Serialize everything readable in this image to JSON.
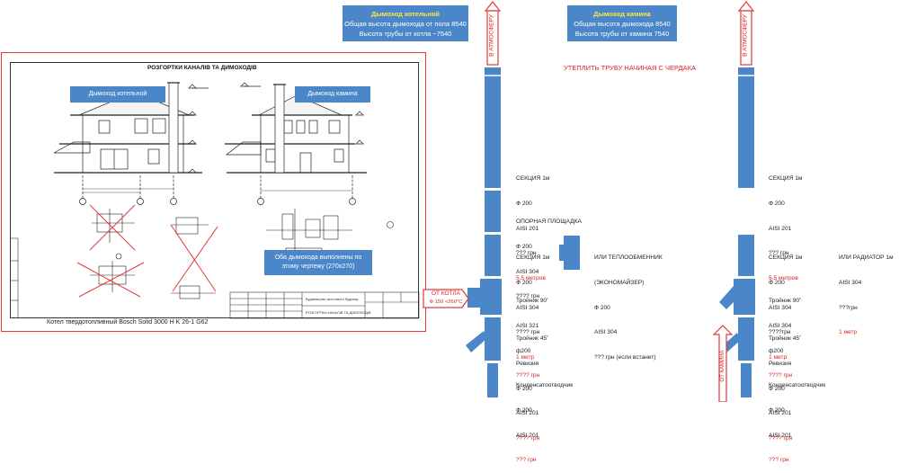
{
  "top_callouts": {
    "boiler": {
      "title": "Дымоход котельной",
      "line1": "Общая высота дымохода от пола 8540",
      "line2": "Высота трубы от котла ~7540"
    },
    "fireplace": {
      "title": "Дымоход камина",
      "line1": "Общая высота дымохода 8540",
      "line2": "Высота трубы от камина 7540"
    }
  },
  "drawing": {
    "title": "РОЗГОРТКИ КАНАЛІВ ТА ДИМОХОДІВ",
    "callout_boiler": "Дымоход котельной",
    "callout_fireplace": "Дымоход камина",
    "callout_note": "Оба дымохода выполнены по этому чертежу (270х270)",
    "boiler_model": "Котел твердотопливный Bosch Solid 3000 H K 26-1 G62",
    "stamp_project": "Будівництво житлового будинку",
    "stamp_sheet": "РОЗГОРТКИ КАНАЛІВ ТА ДИМОХОДІВ"
  },
  "atmosphere_label": "В АТМОСФЕРУ",
  "insulate_note": "УТЕПЛИТЬ ТРУБУ НАЧИНАЯ С ЧЕРДАКА",
  "from_boiler": {
    "line1": "ОТ КОТЛА",
    "line2": "Ф 150 <260°С"
  },
  "from_fireplace": "ОТ КАМИНА",
  "boiler_column": {
    "section1": {
      "name": "СЕКЦИЯ 1м",
      "d": "Ф 200",
      "steel": "AISI 201",
      "price": "??? грн",
      "length": "5,5 метров"
    },
    "platform": {
      "name": "ОПОРНАЯ ПЛОЩАДКА",
      "d": "Ф 200",
      "steel": "AISI 304",
      "price": "???? грн"
    },
    "section2": {
      "name": "СЕКЦИЯ 1м",
      "d": "Ф 200",
      "steel": "AISI 304",
      "price": "???? грн",
      "length": "1 метр"
    },
    "tee90": {
      "name": "Тройник 90˚",
      "steel": "AISI 321",
      "d": "ф200",
      "price": "???? грн"
    },
    "tee45": {
      "name": "Тройник 45˚",
      "sub": "Ревизия",
      "d": "Ф 200",
      "steel": "AISI 201",
      "price": "???? грн"
    },
    "condensate": {
      "name": "Конденсатоотводчик",
      "d": "Ф 200",
      "steel": "AISI 201",
      "price": "??? грн"
    }
  },
  "heat_exchanger": {
    "name": "ИЛИ ТЕПЛООБМЕННИК",
    "sub": "(ЭКОНОМАЙЗЕР)",
    "d": "Ф 200",
    "steel": "AISI 304",
    "price": "??? грн (если встанет)"
  },
  "fireplace_column": {
    "section1": {
      "name": "СЕКЦИЯ 1м",
      "d": "Ф 200",
      "steel": "AISI 201",
      "price": "??? грн",
      "length": "5,5 метров"
    },
    "section2": {
      "name": "СЕКЦИЯ 1м",
      "d": "Ф 200",
      "steel": "AISI 304",
      "price": "????грн",
      "length": "1 метр"
    },
    "tee90": {
      "name": "Тройник 90˚",
      "steel": "AISI 304",
      "d": "ф200",
      "price": "???? грн"
    },
    "tee45": {
      "name": "Тройник 45˚",
      "sub": "Ревизия",
      "d": "Ф 200",
      "steel": "AISI 201",
      "price": "???? грн"
    },
    "condensate": {
      "name": "Конденсатоотводчик",
      "d": "Ф 200",
      "steel": "AISI 201",
      "price": "??? грн"
    }
  },
  "radiator": {
    "name": "ИЛИ РАДИАТОР 1м",
    "steel": "AISI 304",
    "price": "???грн",
    "length": "1 метр"
  },
  "colors": {
    "pipe": "#4a86c8",
    "accent_red": "#e02020"
  }
}
